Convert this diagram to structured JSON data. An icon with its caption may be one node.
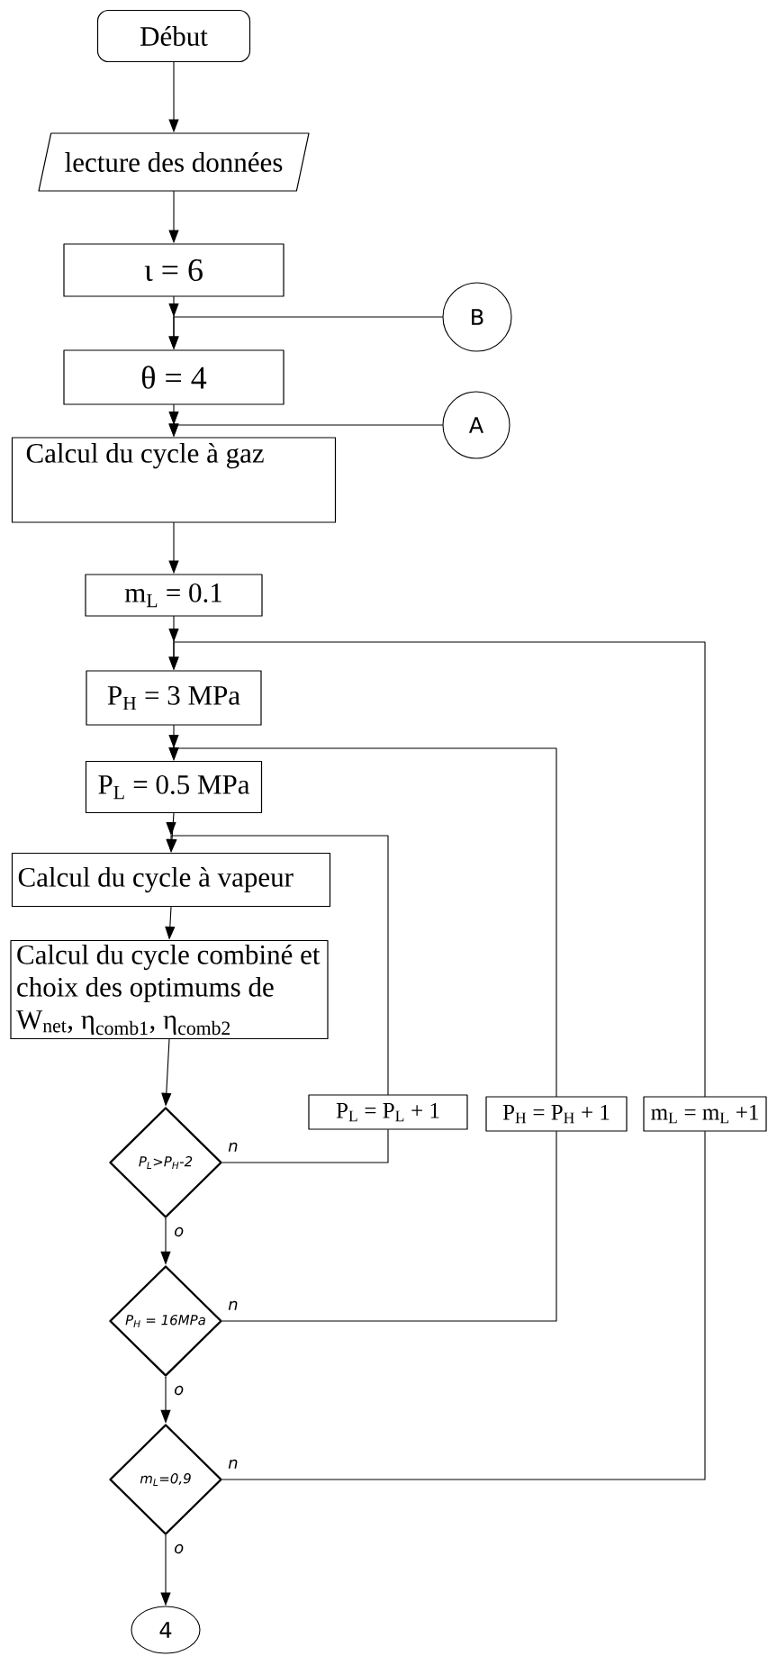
{
  "diagram": {
    "nodes": [
      {
        "text": [
          "Début"
        ]
      },
      {
        "text": [
          "lecture des données"
        ]
      },
      {
        "text": [
          "ι = 6"
        ]
      },
      {
        "text": [
          "B"
        ]
      },
      {
        "text": [
          "θ = 4"
        ]
      },
      {
        "text": [
          "A"
        ]
      },
      {
        "text": [
          "Calcul du cycle à gaz"
        ]
      },
      {
        "text": [
          "m$_{L}$ = 0.1"
        ]
      },
      {
        "text": [
          "P$_{H}$ = 3 MPa"
        ]
      },
      {
        "text": [
          "P$_{L}$ = 0.5 MPa"
        ]
      },
      {
        "text": [
          "Calcul du cycle à vapeur"
        ]
      },
      {
        "text": [
          "Calcul du cycle combiné et choix des optimums de W$_{net}$, η$_{comb1}$, η$_{comb2}$"
        ]
      },
      {
        "text": [
          "P$_{L}$ = P$_{L}$ + 1"
        ]
      },
      {
        "text": [
          "P$_{H}$ = P$_{H}$ + 1"
        ]
      },
      {
        "text": [
          "m$_{L}$ = m$_{L}$ +1"
        ]
      },
      {
        "text": [
          "P$_{L}$>P$_{H}$-2"
        ]
      },
      {
        "text": [
          "P$_{H}$ = 16MPa"
        ]
      },
      {
        "text": [
          "m$_{L}$=0,9"
        ]
      },
      {
        "text": [
          "4"
        ]
      }
    ],
    "edges": [
      {
        "from": 0,
        "to": 1,
        "arrow": "to"
      },
      {
        "from": 1,
        "to": 2,
        "arrow": "to"
      },
      {
        "from": 2,
        "to": 4,
        "arrow": "to"
      },
      {
        "from": 3,
        "to": 4,
        "arrow": "to"
      },
      {
        "from": 4,
        "to": 6,
        "arrow": "to"
      },
      {
        "from": 5,
        "to": 6,
        "arrow": "to"
      },
      {
        "from": 6,
        "to": 7,
        "arrow": "to"
      },
      {
        "from": 7,
        "to": 8,
        "arrow": "to"
      },
      {
        "from": 8,
        "to": 9,
        "arrow": "to"
      },
      {
        "from": 9,
        "to": 10,
        "arrow": "to"
      },
      {
        "from": 10,
        "to": 11,
        "arrow": "to"
      },
      {
        "from": 11,
        "to": 15,
        "arrow": "to"
      },
      {
        "from": 15,
        "to": 16,
        "arrow": "to",
        "label": "o"
      },
      {
        "from": 16,
        "to": 17,
        "arrow": "to",
        "label": "o"
      },
      {
        "from": 17,
        "to": 18,
        "arrow": "to",
        "label": "o"
      },
      {
        "from": 15,
        "to": 12,
        "arrow": "none",
        "label": "n"
      },
      {
        "from": 16,
        "to": 13,
        "arrow": "none",
        "label": "n"
      },
      {
        "from": 17,
        "to": 14,
        "arrow": "none",
        "label": "n"
      },
      {
        "from": 12,
        "to": 10,
        "arrow": "to"
      },
      {
        "from": 13,
        "to": 9,
        "arrow": "to"
      },
      {
        "from": 14,
        "to": 8,
        "arrow": "to"
      }
    ]
  }
}
